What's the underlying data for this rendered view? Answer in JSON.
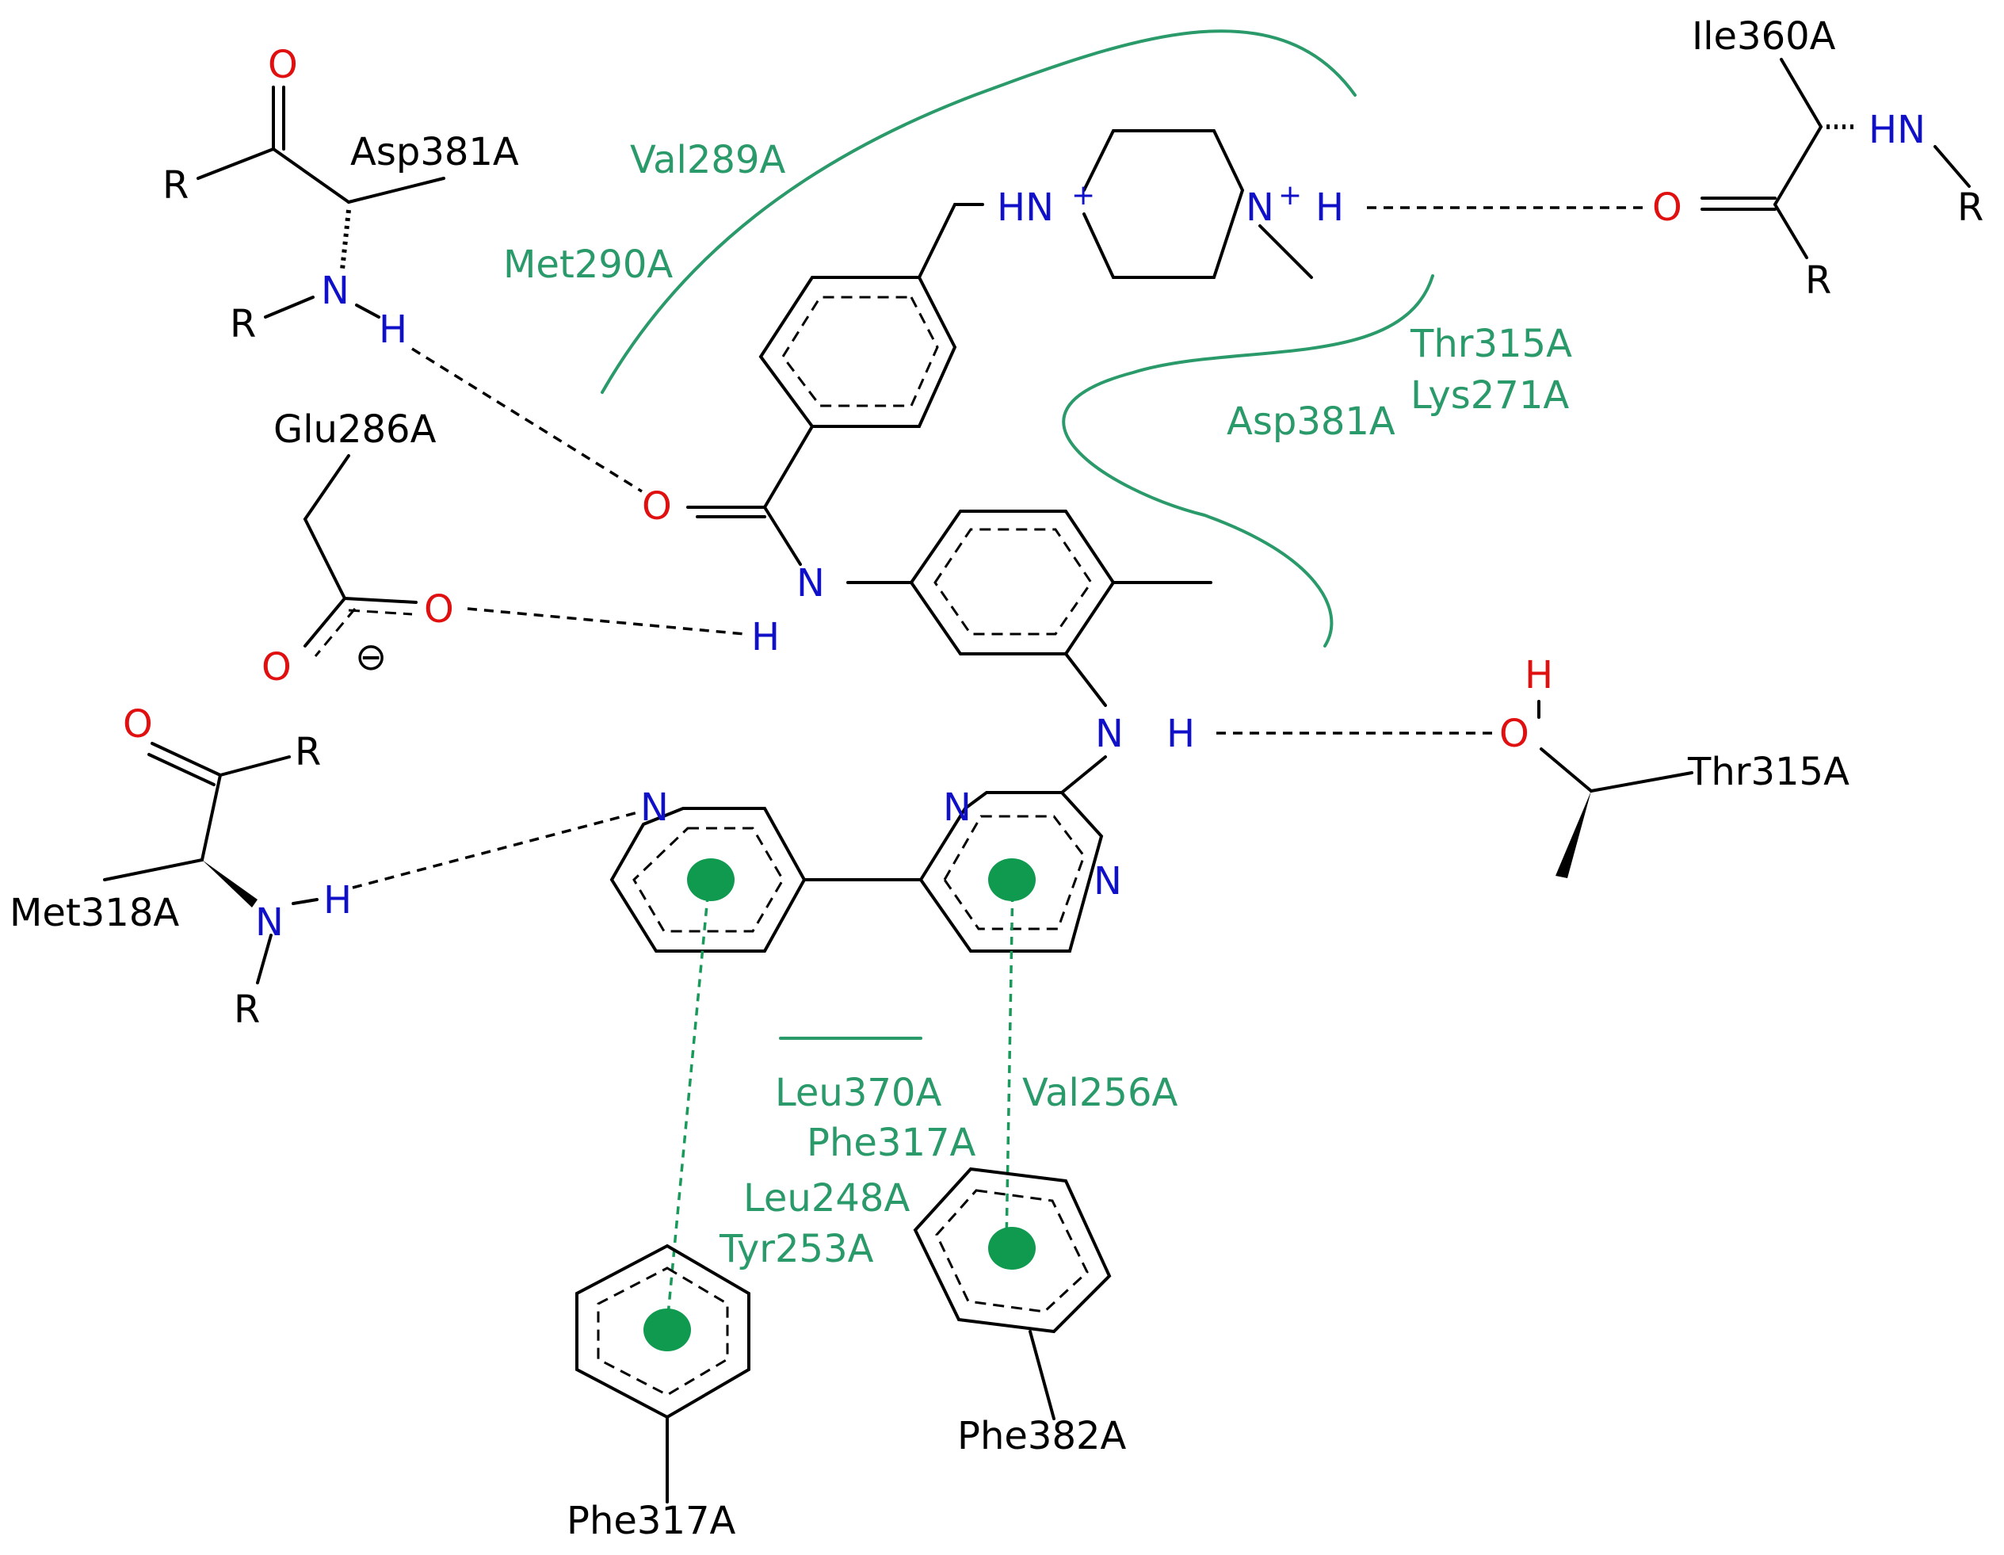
{
  "colors": {
    "carbon_text": "#000000",
    "nitrogen": "#1010c8",
    "oxygen": "#e01010",
    "hydrophobic_label": "#2a9a6a",
    "pi_center": "#0f9a50"
  },
  "residues": {
    "asp381_top": "Asp381A",
    "glu286": "Glu286A",
    "met318": "Met318A",
    "ile360": "Ile360A",
    "thr315_right": "Thr315A",
    "phe317_bottom": "Phe317A",
    "phe382_bottom": "Phe382A"
  },
  "hydrophobic_labels": {
    "val289": "Val289A",
    "met290": "Met290A",
    "thr315": "Thr315A",
    "lys271": "Lys271A",
    "asp381": "Asp381A",
    "leu370": "Leu370A",
    "val256": "Val256A",
    "phe317": "Phe317A",
    "leu248": "Leu248A",
    "tyr253": "Tyr253A"
  },
  "atoms": {
    "R": "R",
    "O": "O",
    "N": "N",
    "H": "H",
    "HN_plus": "HN",
    "plus": "+",
    "N_plus": "N",
    "HN": "HN",
    "minus": "⊖"
  }
}
